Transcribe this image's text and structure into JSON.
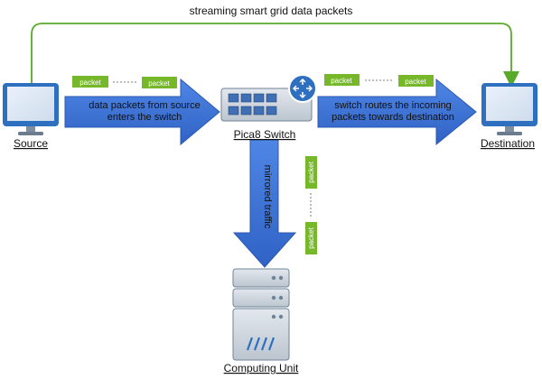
{
  "diagram": {
    "top_label": "streaming smart grid data packets",
    "source_label": "Source",
    "switch_label": "Pica8  Switch",
    "destination_label": "Destination",
    "computing_label": "Computing Unit",
    "arrow_left_text": [
      "data packets from source",
      "enters the switch"
    ],
    "arrow_right_text": [
      "switch routes the incoming",
      "packets towards destination"
    ],
    "arrow_down_text": "mirrored traffic",
    "packet_text": "packet"
  },
  "colors": {
    "arrow_blue": "#3d72d6",
    "arrow_blue_edge": "#2b58b0",
    "packet_green": "#77b82a",
    "feedback_line": "#5aaa2a",
    "monitor_blue": "#2f6fc0",
    "device_gray": "#c9d0d8",
    "device_edge": "#6f8398"
  }
}
